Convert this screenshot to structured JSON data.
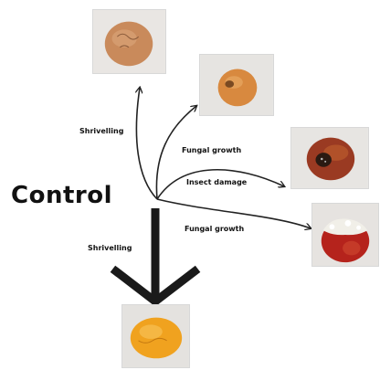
{
  "diagram": {
    "center_label": "Control",
    "branches": [
      {
        "label": "Shrivelling"
      },
      {
        "label": "Fungal growth"
      },
      {
        "label": "Insect damage"
      },
      {
        "label": "Fungal growth"
      },
      {
        "label": "Shrivelling"
      }
    ]
  },
  "colors": {
    "arrow": "#222222",
    "text": "#111111",
    "photo_background": "#ececec"
  }
}
